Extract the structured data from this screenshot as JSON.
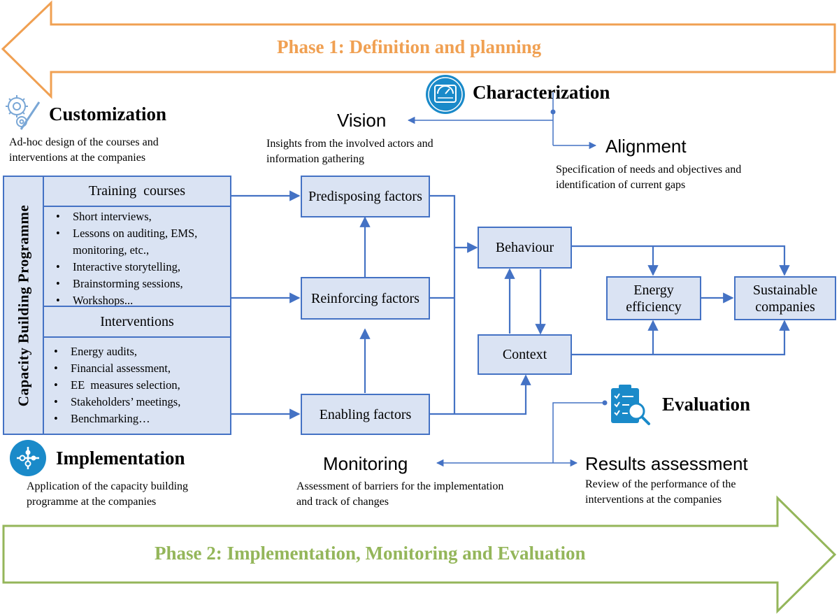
{
  "phase1": {
    "label": "Phase 1: Definition and planning",
    "color": "#f0a052"
  },
  "phase2": {
    "label": "Phase 2: Implementation, Monitoring and Evaluation",
    "color": "#94b65a"
  },
  "customization": {
    "title": "Customization",
    "desc": "Ad-hoc design of the courses and interventions at the companies",
    "icon": "gears-icon"
  },
  "characterization": {
    "title": "Characterization",
    "icon": "dashboard-icon",
    "vision": {
      "title": "Vision",
      "desc": "Insights from the involved actors and information gathering"
    },
    "alignment": {
      "title": "Alignment",
      "desc": "Specification of needs and objectives and identification of current gaps"
    }
  },
  "programme": {
    "title": "Capacity Building Programme",
    "training": {
      "header": "Training  courses",
      "items": [
        "Short interviews,",
        "Lessons on auditing, EMS, monitoring, etc.,",
        "Interactive storytelling,",
        "Brainstorming sessions,",
        "Workshops..."
      ]
    },
    "interventions": {
      "header": "Interventions",
      "items": [
        "Energy audits,",
        "Financial assessment,",
        "EE  measures selection,",
        "Stakeholders’ meetings,",
        "Benchmarking…"
      ]
    }
  },
  "factors": {
    "predisposing": "Predisposing factors",
    "reinforcing": "Reinforcing factors",
    "enabling": "Enabling factors"
  },
  "nodes": {
    "behaviour": "Behaviour",
    "context": "Context",
    "energy_efficiency": "Energy efficiency",
    "sustainable": "Sustainable companies"
  },
  "implementation": {
    "title": "Implementation",
    "desc": "Application of the capacity building programme at the companies",
    "icon": "puzzle-icon"
  },
  "evaluation": {
    "title": "Evaluation",
    "icon": "checklist-search-icon",
    "monitoring": {
      "title": "Monitoring",
      "desc": "Assessment of barriers for the implementation and track of changes"
    },
    "results": {
      "title": "Results assessment",
      "desc": "Review of the performance of the interventions at the companies"
    }
  },
  "colors": {
    "box_fill": "#dae3f3",
    "box_border": "#4472c4",
    "arrow": "#4472c4",
    "icon_blue": "#1a8ac9"
  }
}
